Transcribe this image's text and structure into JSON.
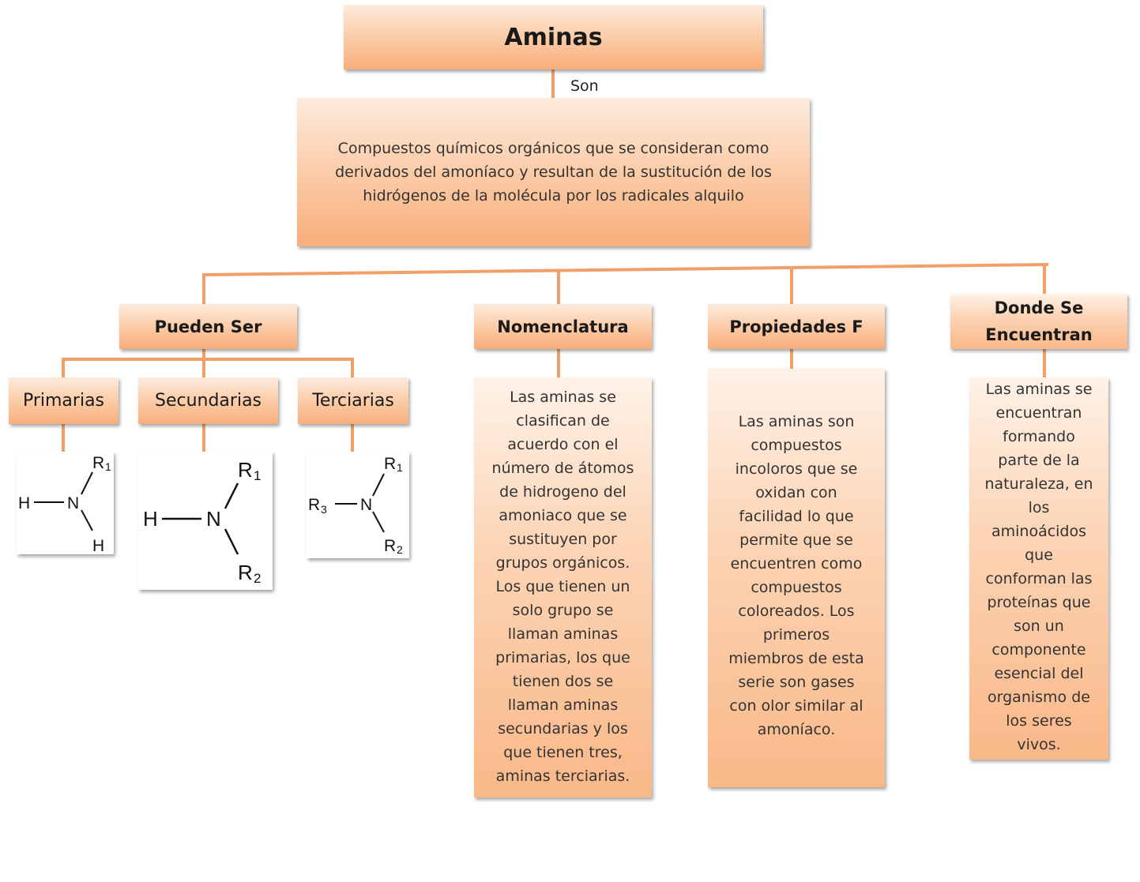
{
  "root": {
    "title": "Aminas"
  },
  "edge_label": "Son",
  "definition": "Compuestos químicos orgánicos que se consideran como derivados del amoníaco y resultan de la sustitución de los hidrógenos de la molécula por los radicales alquilo",
  "branches": {
    "pueden_ser": "Pueden Ser",
    "nomenclatura": "Nomenclatura",
    "propiedades": "Propiedades F",
    "donde": [
      "Donde Se",
      "Encuentran"
    ]
  },
  "classes": {
    "primarias": "Primarias",
    "secundarias": "Secundarias",
    "terciarias": "Terciarias"
  },
  "structures": {
    "primaria": {
      "left": "H",
      "center": "N",
      "top": "R",
      "top_sub": "1",
      "bottom": "H"
    },
    "secundaria": {
      "left": "H",
      "center": "N",
      "top": "R",
      "top_sub": "1",
      "bottom": "R",
      "bottom_sub": "2"
    },
    "terciaria": {
      "left": "R",
      "left_sub": "3",
      "center": "N",
      "top": "R",
      "top_sub": "1",
      "bottom": "R",
      "bottom_sub": "2"
    }
  },
  "nomenclatura_text": [
    "Las aminas se",
    "clasifican de",
    "acuerdo con el",
    "número de átomos",
    "de hidrogeno del",
    "amoniaco que se",
    "sustituyen por",
    "grupos orgánicos.",
    "Los que tienen un",
    "solo grupo se",
    "llaman aminas",
    "primarias, los que",
    "tienen dos se",
    "llaman aminas",
    "secundarias y los",
    "que tienen tres,",
    "aminas terciarias."
  ],
  "propiedades_text": [
    "Las aminas son",
    "compuestos",
    "incoloros que se",
    "oxidan con",
    "facilidad lo que",
    "permite que se",
    "encuentren como",
    "compuestos",
    "coloreados. Los",
    "primeros",
    "miembros de esta",
    "serie son gases",
    "con olor similar al",
    "amoníaco."
  ],
  "donde_text": [
    "Las aminas se",
    "encuentran",
    "formando",
    "parte de la",
    "naturaleza, en",
    "los",
    "aminoácidos",
    "que",
    "conforman las",
    "proteínas que",
    "son un",
    "componente",
    "esencial del",
    "organismo de",
    "los seres",
    "vivos."
  ]
}
